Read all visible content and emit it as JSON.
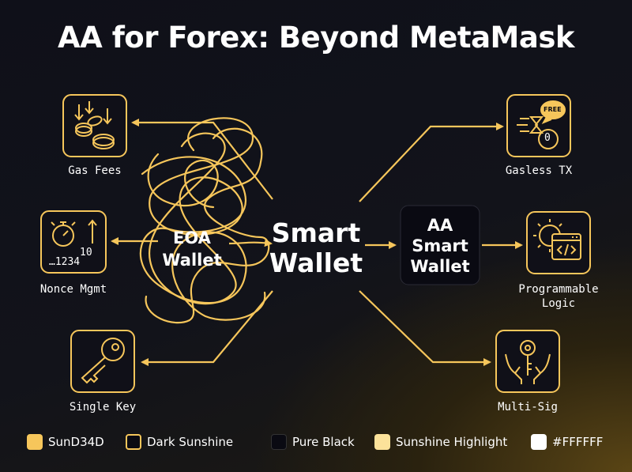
{
  "title": "AA for Forex: Beyond MetaMask",
  "left_nodes": [
    {
      "label": "Gas Fees",
      "icon": "falling-coins-icon"
    },
    {
      "label": "Nonce Mgmt",
      "icon": "stopwatch-counter-icon",
      "counter_text": "10",
      "counter_text2": "…1234"
    },
    {
      "label": "Single Key",
      "icon": "key-icon"
    }
  ],
  "right_nodes": [
    {
      "label": "Gasless TX",
      "icon": "free-gas-icon",
      "badge": "FREE",
      "coin": "0"
    },
    {
      "label": "Programmable",
      "label2": "Logic",
      "icon": "gear-code-icon"
    },
    {
      "label": "Multi-Sig",
      "icon": "hands-key-icon"
    }
  ],
  "eoa": {
    "line1": "EOA",
    "line2": "Wallet"
  },
  "smart_wallet": {
    "line1": "Smart",
    "line2": "Wallet"
  },
  "aa_box": {
    "line1": "AA",
    "line2": "Smart",
    "line3": "Wallet"
  },
  "legend": [
    {
      "label": "SunD34D",
      "swatch": "#F6C65B",
      "style": "fill"
    },
    {
      "label": "Dark Sunshine",
      "swatch": "#F6C65B",
      "style": "outline"
    },
    {
      "label": "Pure Black",
      "swatch": "#0A0A12",
      "style": "fill"
    },
    {
      "label": "Sunshine Highlight",
      "swatch": "#FCE29A",
      "style": "fill"
    },
    {
      "label": "#FFFFFF",
      "swatch": "#FFFFFF",
      "style": "fill"
    }
  ],
  "colors": {
    "accent": "#F6C65B",
    "box_fill": "#101018",
    "background": "#12131a"
  }
}
